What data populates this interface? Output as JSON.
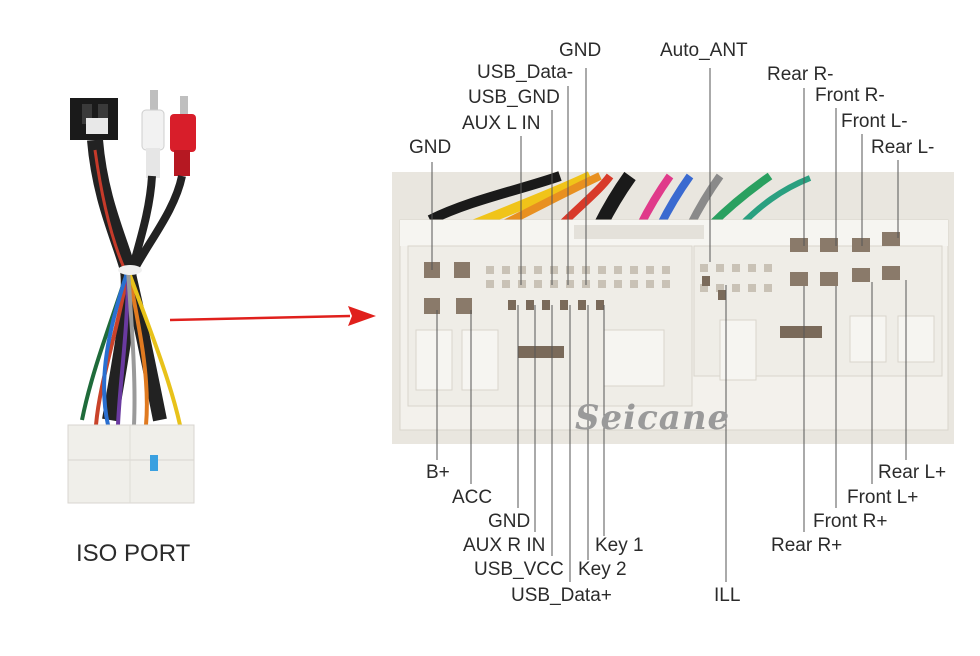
{
  "iso_port_label": "ISO PORT",
  "watermark": "Seicane",
  "pins_top_left": {
    "gnd": "GND",
    "usb_data_minus": "USB_Data-",
    "usb_gnd": "USB_GND",
    "aux_l_in": "AUX L IN",
    "gnd_left": "GND"
  },
  "pins_top_right": {
    "auto_ant": "Auto_ANT",
    "rear_r_minus": "Rear R-",
    "front_r_minus": "Front R-",
    "front_l_minus": "Front L-",
    "rear_l_minus": "Rear L-"
  },
  "pins_bottom_left": {
    "b_plus": "B+",
    "acc": "ACC",
    "gnd": "GND",
    "aux_r_in": "AUX R IN",
    "usb_vcc": "USB_VCC",
    "usb_data_plus": "USB_Data+",
    "key_1": "Key 1",
    "key_2": "Key 2"
  },
  "pins_bottom_right": {
    "ill": "ILL",
    "rear_l_plus": "Rear L+",
    "front_l_plus": "Front L+",
    "front_r_plus": "Front R+",
    "rear_r_plus": "Rear R+"
  },
  "colors": {
    "arrow": "#e0201c",
    "leader": "#555555",
    "connector": "#f3f1ec",
    "plug": "#f0efea"
  }
}
